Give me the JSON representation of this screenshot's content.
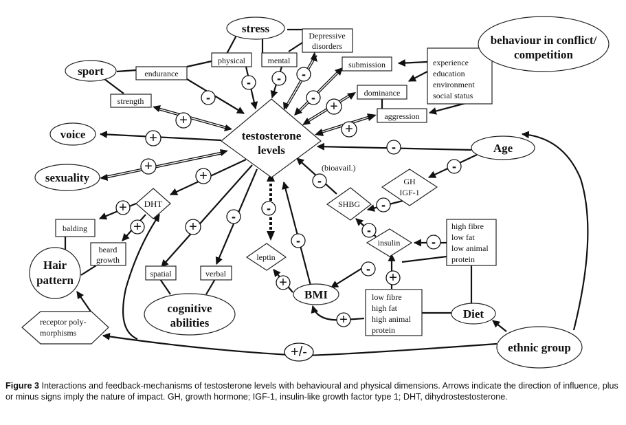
{
  "figure": {
    "nodes": {
      "stress": "stress",
      "sport": "sport",
      "voice": "voice",
      "sexuality": "sexuality",
      "testosterone_line1": "testosterone",
      "testosterone_line2": "levels",
      "behaviour_line1": "behaviour in conflict/",
      "behaviour_line2": "competition",
      "age": "Age",
      "hair_line1": "Hair",
      "hair_line2": "pattern",
      "cognitive_line1": "cognitive",
      "cognitive_line2": "abilities",
      "bmi": "BMI",
      "diet": "Diet",
      "ethnic": "ethnic group",
      "dht": "DHT",
      "shbg": "SHBG",
      "gh_line1": "GH",
      "gh_line2": "IGF-1",
      "insulin": "insulin",
      "leptin": "leptin",
      "receptor_line1": "receptor poly-",
      "receptor_line2": "morphisms"
    },
    "boxes": {
      "physical": "physical",
      "mental": "mental",
      "depressive_line1": "Depressive",
      "depressive_line2": "disorders",
      "endurance": "endurance",
      "strength": "strength",
      "submission": "submission",
      "dominance": "dominance",
      "aggression": "aggression",
      "experience_lines": [
        "experience",
        "education",
        "environment",
        "social status"
      ],
      "balding": "balding",
      "beard_line1": "beard",
      "beard_line2": "growth",
      "spatial": "spatial",
      "verbal": "verbal",
      "healthy_diet_lines": [
        "high fibre",
        "low fat",
        "low animal",
        "protein"
      ],
      "unhealthy_diet_lines": [
        "low fibre",
        "high fat",
        "high animal",
        "protein"
      ]
    },
    "labels": {
      "bioavail": "(bioavail.)"
    },
    "signs": {
      "plus": "+",
      "minus": "-",
      "plusminus": "+/-"
    }
  },
  "caption": {
    "label": "Figure 3",
    "text": " Interactions and feedback-mechanisms of testosterone levels with behavioural and physical dimensions. Arrows indicate the direction of influence, plus or minus signs imply the nature of impact. GH, growth hormone; IGF-1, insulin-like growth factor type 1; DHT, dihydrostestosterone."
  }
}
